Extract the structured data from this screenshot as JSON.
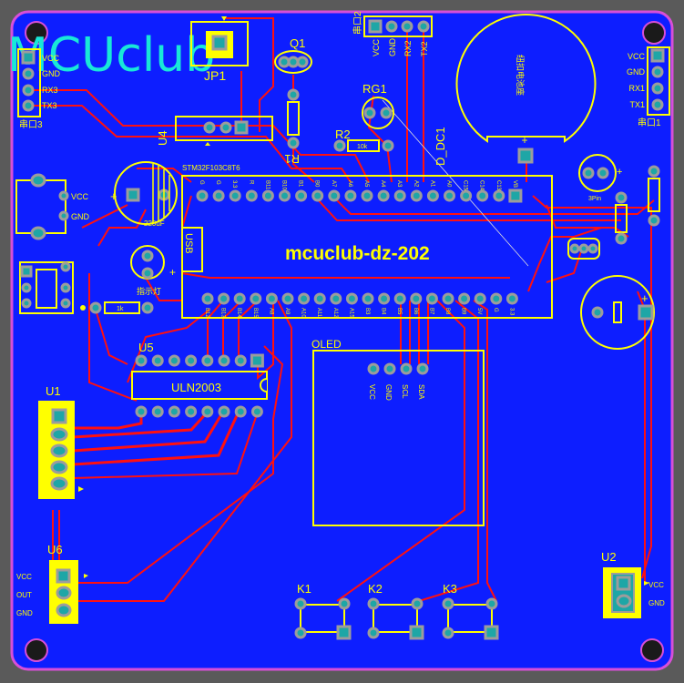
{
  "watermark": "MCUclub",
  "board_title": "mcuclub-dz-202",
  "mcu_label": "STM32F103C8T6",
  "usb_label": "USB",
  "colors": {
    "board": "#0d1eff",
    "outline": "#d84fd8",
    "silk": "#ffff00",
    "track": "#ff1010",
    "pad": "#1ea6a6",
    "watermark": "#18e8d8"
  },
  "components": {
    "q1": "Q1",
    "jp1": "JP1",
    "u4": "U4",
    "r1": "R1",
    "r2": "R2",
    "r2_val": "10k",
    "rg1": "RG1",
    "d_dc1": "D_DC1",
    "u5": "U5",
    "uln": "ULN2003",
    "u1": "U1",
    "u6": "U6",
    "u2": "U2",
    "k1": "K1",
    "k2": "K2",
    "k3": "K3",
    "oled": "OLED",
    "cap": "220uF",
    "led_label": "指示灯",
    "r1k": "1k",
    "buzzer": "3Pin"
  },
  "uart3": {
    "title": "串口3",
    "pins": [
      "VCC",
      "GND",
      "RX3",
      "TX3"
    ]
  },
  "uart1": {
    "title": "串口1",
    "pins": [
      "VCC",
      "GND",
      "RX1",
      "TX1"
    ]
  },
  "uart2": {
    "title": "串口2",
    "pins": [
      "VCC",
      "GND",
      "RX2",
      "TX2"
    ]
  },
  "power_jack": {
    "pins": [
      "VCC",
      "GND"
    ]
  },
  "oled_pins": [
    "VCC",
    "GND",
    "SCL",
    "SDA"
  ],
  "u6_pins": [
    "VCC",
    "OUT",
    "GND"
  ],
  "u2_pins": [
    "VCC",
    "GND"
  ],
  "battery_label": "纽扣电池座",
  "mcu_top_pins": [
    "G",
    "G",
    "3.3",
    "R",
    "B11",
    "B10",
    "B1",
    "B0",
    "A7",
    "A6",
    "A5",
    "A4",
    "A3",
    "A2",
    "A1",
    "A0",
    "C15",
    "C14",
    "C13",
    "VB"
  ],
  "mcu_bot_pins": [
    "B12",
    "B13",
    "B14",
    "B15",
    "A8",
    "A9",
    "A10",
    "A11",
    "A12",
    "A15",
    "B3",
    "B4",
    "B5",
    "B6",
    "B7",
    "B8",
    "B9",
    "5V",
    "G",
    "3.3"
  ]
}
